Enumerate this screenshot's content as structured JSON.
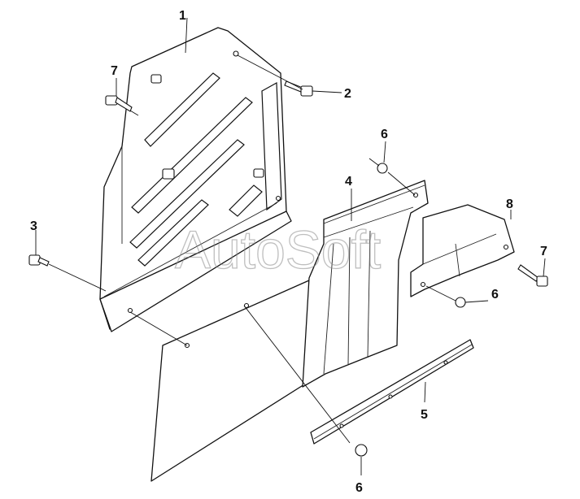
{
  "watermark": "AutoSoft",
  "callouts": [
    "1",
    "2",
    "3",
    "4",
    "5",
    "6",
    "6",
    "6",
    "7",
    "7",
    "8"
  ]
}
